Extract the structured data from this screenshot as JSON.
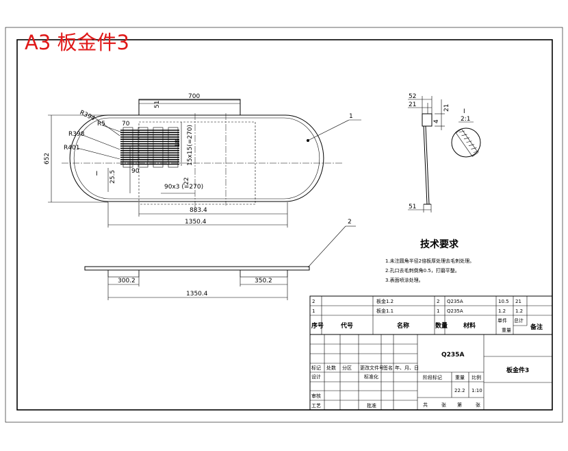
{
  "title": "A3 板金件3",
  "title_color": "#e01818",
  "views": {
    "top": {
      "dims": {
        "w700": "700",
        "d51": "51",
        "r394": "R394",
        "r5": "R5",
        "d70": "70",
        "r398": "R398",
        "r401": "R401",
        "d18": "18",
        "d15x15": "15x15(=270)",
        "h652": "652",
        "d255": "25.5",
        "d90": "90",
        "d90x3": "90x3 (=270)",
        "d22": "22",
        "d8834": "883.4",
        "d13504": "1350.4",
        "sec": "I"
      },
      "callout": "1"
    },
    "front": {
      "dims": {
        "d3002": "300.2",
        "d3502": "350.2",
        "d13504": "1350.4"
      },
      "callout": "2"
    },
    "side": {
      "dims": {
        "d52": "52",
        "d21a": "21",
        "d21b": "21",
        "d4": "4",
        "d51": "51"
      }
    },
    "detail": {
      "label": "I",
      "scale": "2:1"
    }
  },
  "tech": {
    "title": "技术要求",
    "items": [
      "1.未注圆角半径2倍板厚处理去毛刺处理。",
      "2.孔口去毛刺倒角0.5，打磨平整。",
      "3.表面喷涂处理。"
    ]
  },
  "bom": {
    "rows": [
      {
        "no": "2",
        "code": "",
        "name": "板金1.2",
        "qty": "2",
        "mat": "Q235A",
        "unit": "10.5",
        "total": "21",
        "note": ""
      },
      {
        "no": "1",
        "code": "",
        "name": "板金1.1",
        "qty": "1",
        "mat": "Q235A",
        "unit": "1.2",
        "total": "1.2",
        "note": ""
      }
    ],
    "header": {
      "no": "序号",
      "code": "代号",
      "name": "名称",
      "qty": "数量",
      "mat": "材料",
      "unit": "单件",
      "total": "总计",
      "weight": "重量",
      "note": "备注"
    }
  },
  "titleblock": {
    "material": "Q235A",
    "part": "板金件3",
    "cols": [
      "标记",
      "处数",
      "分区",
      "更改文件号",
      "签名",
      "年、月、日"
    ],
    "design": "设计",
    "std": "标准化",
    "review": "审核",
    "process": "工艺",
    "approve": "批准",
    "stage": "阶段标记",
    "weight": "重量",
    "scale": "比例",
    "weight_val": "22.2",
    "scale_val": "1:10",
    "sheets": "共",
    "sheet_word": "张",
    "page": "第",
    "page_word": "张"
  }
}
